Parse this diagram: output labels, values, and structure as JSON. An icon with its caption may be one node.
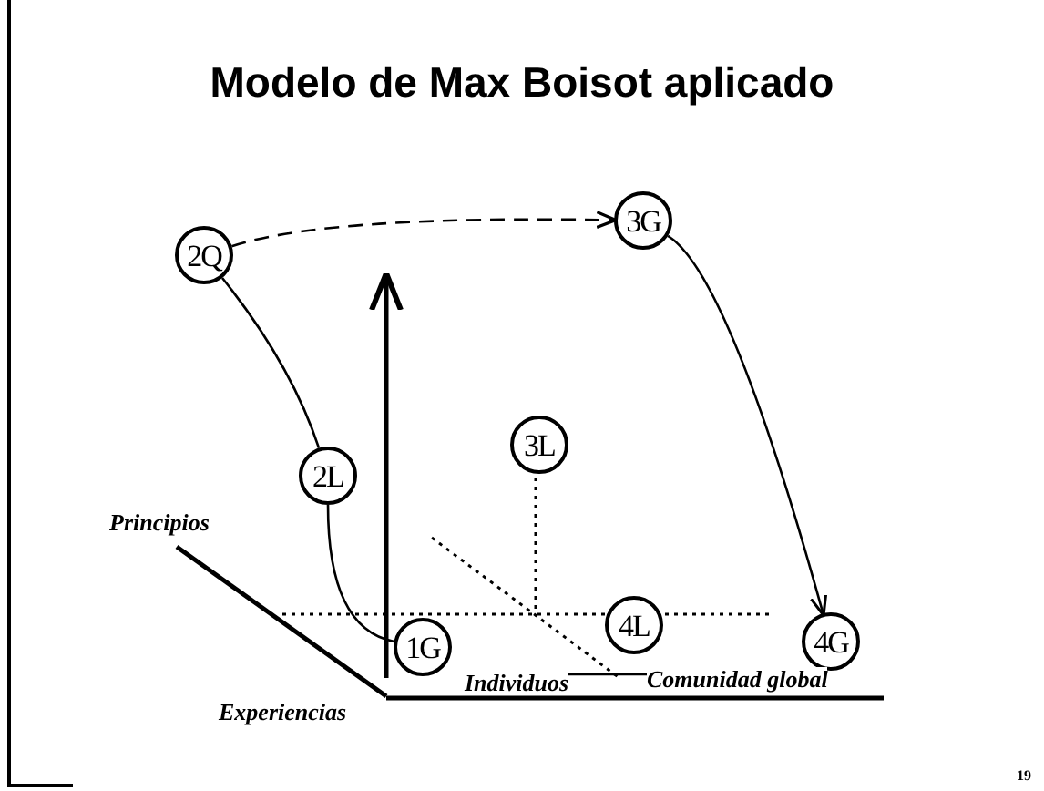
{
  "diagram": {
    "title": "Modelo de Max Boisot aplicado",
    "nodes": [
      {
        "text": [
          "2Q"
        ]
      },
      {
        "text": [
          "3G"
        ]
      },
      {
        "text": [
          "2L"
        ]
      },
      {
        "text": [
          "3L"
        ]
      },
      {
        "text": [
          "1G"
        ]
      },
      {
        "text": [
          "4L"
        ]
      },
      {
        "text": [
          "4G"
        ]
      }
    ],
    "edges": [
      {
        "from": 0,
        "to": 1,
        "arrow": "to",
        "style": "dashed"
      },
      {
        "from": 1,
        "to": 6,
        "arrow": "to"
      },
      {
        "from": 0,
        "to": 2,
        "arrow": "none"
      },
      {
        "from": 2,
        "to": 4,
        "arrow": "none"
      }
    ],
    "labels": [
      "Principios",
      "Experiencias",
      "Individuos",
      "Comunidad global",
      "19"
    ]
  }
}
